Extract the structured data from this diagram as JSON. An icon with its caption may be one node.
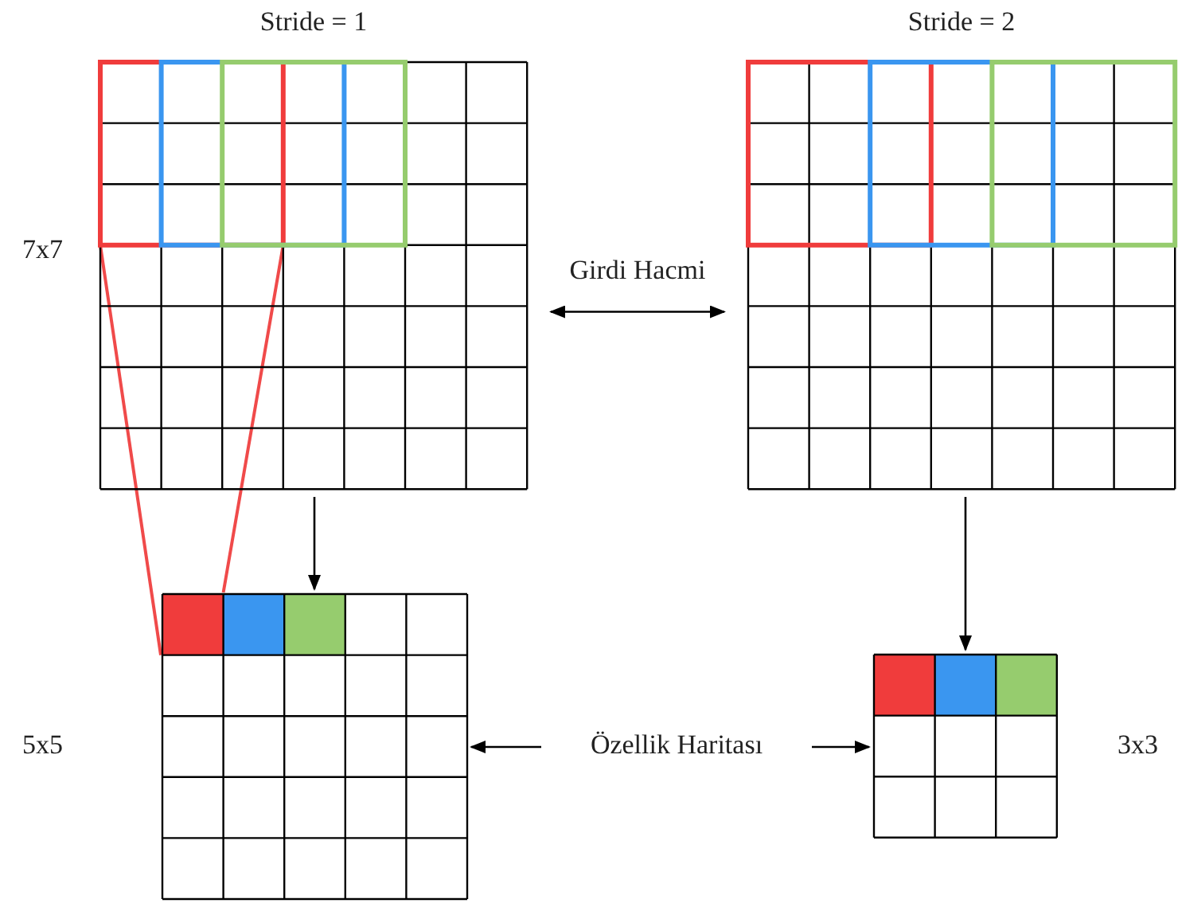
{
  "diagram": {
    "nodes": [
      {
        "text": [
          "Stride = 1"
        ],
        "beside": [
          "7x7"
        ]
      },
      {
        "text": [
          "Stride = 2"
        ]
      },
      {
        "text": [],
        "shape": "grid",
        "beside": [
          "5x5"
        ]
      },
      {
        "text": [
          "Özellik Haritası"
        ]
      },
      {
        "text": [],
        "shape": "grid",
        "beside": [
          "3x3"
        ]
      }
    ],
    "edges": [
      {
        "from": 0,
        "to": 2,
        "arrow": "to"
      },
      {
        "from": 0,
        "to": 1,
        "arrow": "both",
        "label": "Girdi Hacmi"
      },
      {
        "from": 1,
        "to": 4,
        "arrow": "to"
      },
      {
        "from": 3,
        "to": 2,
        "arrow": "to"
      },
      {
        "from": 3,
        "to": 4,
        "arrow": "to"
      },
      {
        "from": 0,
        "to": 2,
        "arrow": "none",
        "color": "#f04a4a"
      },
      {
        "from": 0,
        "to": 2,
        "arrow": "none",
        "color": "#f04a4a"
      }
    ]
  }
}
